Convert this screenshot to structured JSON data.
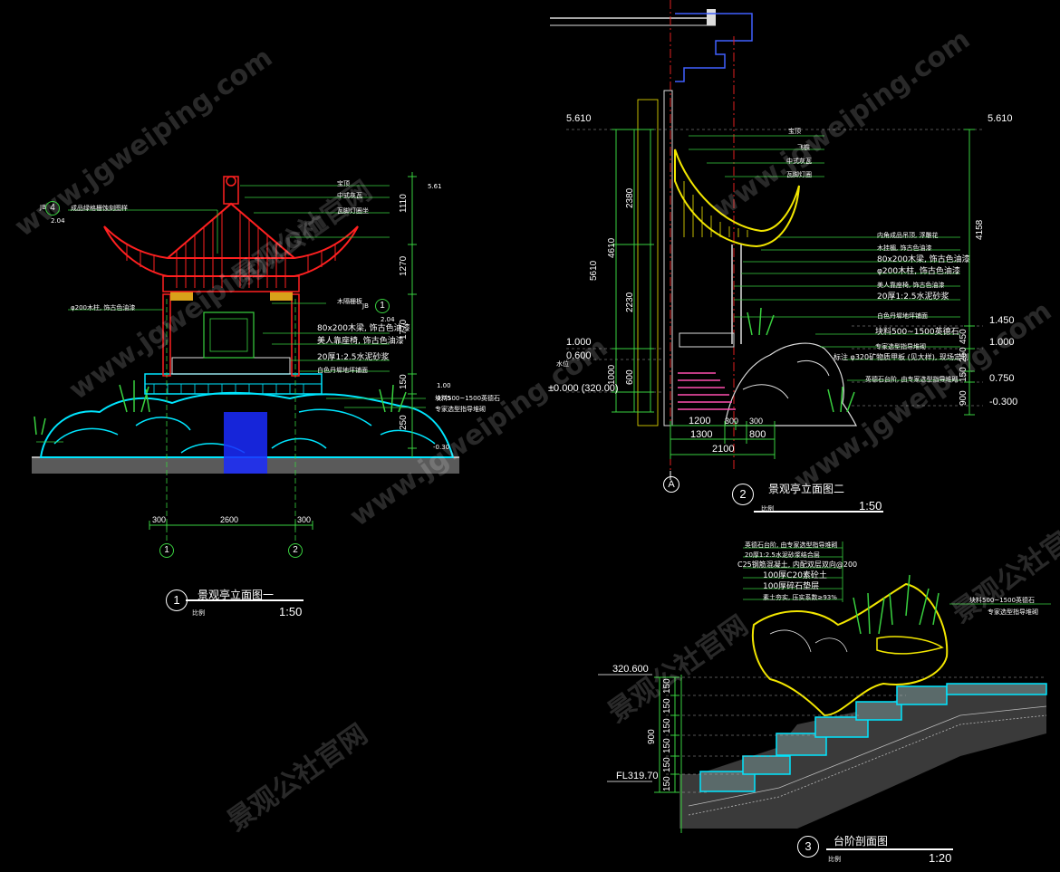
{
  "watermark": {
    "text": "www.jgweiping.com",
    "text_cn": "景观公社官网"
  },
  "drawing1": {
    "number": "1",
    "title": "景观亭立面图一",
    "sub": "比例",
    "scale": "1:50",
    "axis_a": "1",
    "axis_b": "2",
    "dim_bottom": [
      "300",
      "2600",
      "300"
    ],
    "dim_right": [
      "1110",
      "1270",
      "1770",
      "150",
      "250"
    ],
    "levels": [
      "5.61",
      "1.00",
      "0.75",
      "-0.30"
    ],
    "callout_top": {
      "num": "4",
      "sheet": "2.04",
      "letter": "JB"
    },
    "callout_mid": {
      "num": "1",
      "sheet": "2.04",
      "letter": "JB"
    },
    "notes_left": [
      "成品绿格栅蚀刻图样",
      "φ200木柱, 饰古色油漆"
    ],
    "notes_right": [
      "宝顶",
      "中式灰瓦",
      "瓦脚灯圈坐",
      "木隔栅板",
      "80x200木梁, 饰古色油漆",
      "美人靠座椅, 饰古色油漆",
      "20厚1:2.5水泥砂浆",
      "白色丹墀地坪铺面",
      "块料500~1500英德石",
      "专家选型指导堆砌"
    ]
  },
  "drawing2": {
    "number": "2",
    "title": "景观亭立面图二",
    "sub": "比例",
    "scale": "1:50",
    "axis": "A",
    "levels_left": [
      "5.610",
      "1.000",
      "0.600",
      "±0.000 (320.00)"
    ],
    "levels_right": [
      "5.610",
      "1.450",
      "1.000",
      "0.750",
      "-0.300"
    ],
    "dim_left": [
      "2380",
      "4610",
      "5610",
      "2230",
      "1000",
      "600"
    ],
    "dim_right": [
      "4158",
      "250",
      "450",
      "150",
      "900"
    ],
    "dim_bottom": [
      "1200",
      "300",
      "300",
      "1300",
      "800",
      "2100"
    ],
    "water_label": "水位",
    "notes": [
      "宝顶",
      "飞檐",
      "中式灰瓦",
      "瓦脚灯圈",
      "内角成品吊顶, 浮雕花",
      "木挂楣, 饰古色油漆",
      "80x200木梁, 饰古色油漆",
      "φ200木柱, 饰古色油漆",
      "美人靠座椅, 饰古色油漆",
      "20厚1:2.5水泥砂浆",
      "白色丹墀地坪铺面",
      "块料500~1500英德石",
      "专家选型指导堆砌",
      "标注 φ320矿物质甲板 (见大样), 现场定制",
      "英德石台阶, 由专家选型指导堆砌"
    ]
  },
  "drawing3": {
    "number": "3",
    "title": "台阶剖面图",
    "sub": "比例",
    "scale": "1:20",
    "level_top": "320.600",
    "level_bottom": "FL319.70",
    "dim_total": "900",
    "dim_steps": [
      "150",
      "150",
      "150",
      "150",
      "150",
      "150"
    ],
    "notes": [
      "英德石台阶, 由专家选型指导堆砌",
      "20厚1:2.5水泥砂浆结合层",
      "C25钢筋混凝土, 内配双层双向@200",
      "100厚C20素砼土",
      "100厚碎石垫层",
      "素土夯实, 压实系数≥93%"
    ],
    "notes_right": [
      "块料500~1500英德石",
      "专家选型指导堆砌"
    ]
  },
  "colors": {
    "roof": "#ff2020",
    "column": "#ff2020",
    "rock": "#00e6ff",
    "water": "#1a2bff",
    "plant": "#39d13f",
    "eave2": "#f2e600",
    "stone3": "#f2e600",
    "dim": "#39d13f",
    "axis_line": "#e02020"
  }
}
